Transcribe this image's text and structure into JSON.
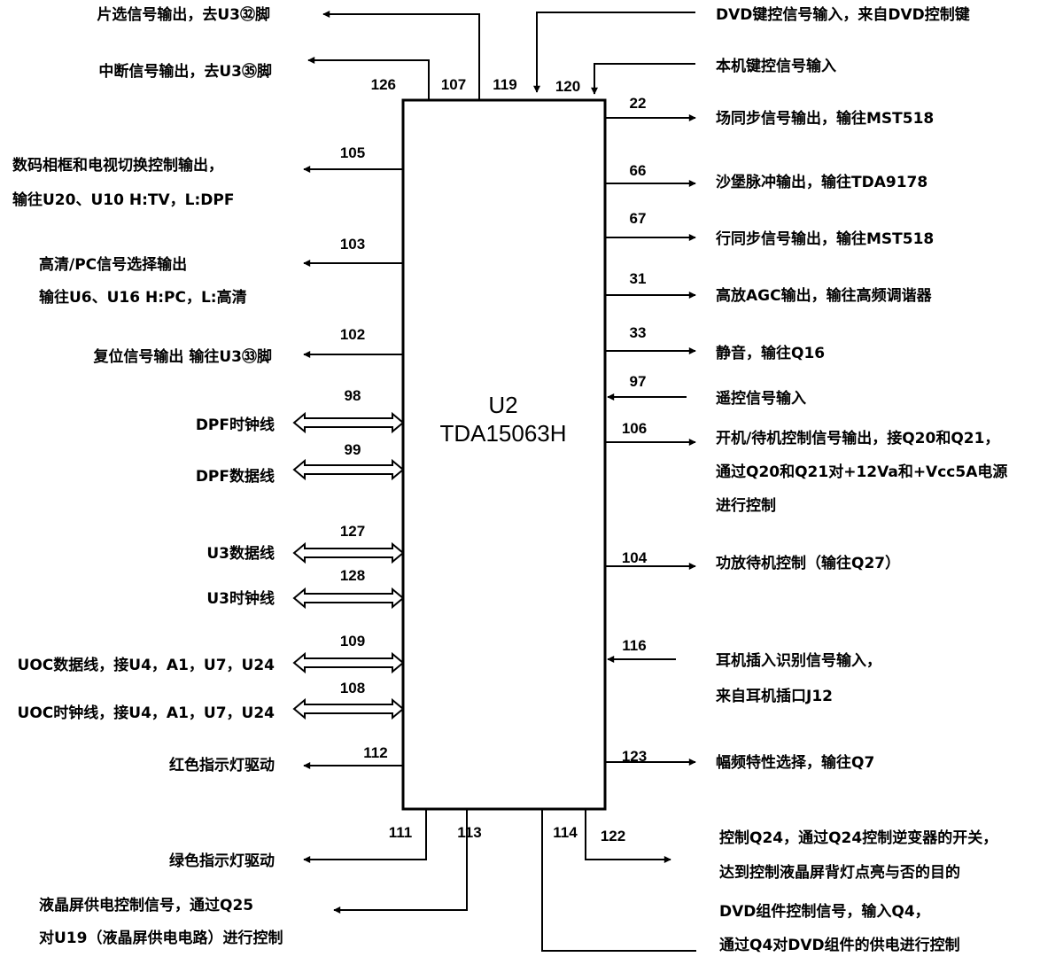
{
  "chip": {
    "ref": "U2",
    "part": "TDA15063H"
  },
  "left_signals": [
    {
      "pin": "126",
      "label": "片选信号输出，去U3㉜脚"
    },
    {
      "pin": "107",
      "label": "中断信号输出，去U3㉟脚"
    },
    {
      "pin": "105",
      "label1": "数码相框和电视切换控制输出，",
      "label2": "输往U20、U10 H:TV，L:DPF"
    },
    {
      "pin": "103",
      "label1": "高清/PC信号选择输出",
      "label2": "输往U6、U16 H:PC，L:高清"
    },
    {
      "pin": "102",
      "label": "复位信号输出 输往U3㉝脚"
    },
    {
      "pin": "98",
      "label": "DPF时钟线"
    },
    {
      "pin": "99",
      "label": "DPF数据线"
    },
    {
      "pin": "127",
      "label": "U3数据线"
    },
    {
      "pin": "128",
      "label": "U3时钟线"
    },
    {
      "pin": "109",
      "label": "UOC数据线，接U4，A1，U7，U24"
    },
    {
      "pin": "108",
      "label": "UOC时钟线，接U4，A1，U7，U24"
    },
    {
      "pin": "112",
      "label": "红色指示灯驱动"
    }
  ],
  "top_signals": [
    {
      "pin": "119",
      "label": "DVD键控信号输入，来自DVD控制键"
    },
    {
      "pin": "120",
      "label": "本机键控信号输入"
    }
  ],
  "right_signals": [
    {
      "pin": "22",
      "label": "场同步信号输出，输往MST518"
    },
    {
      "pin": "66",
      "label": "沙堡脉冲输出，输往TDA9178"
    },
    {
      "pin": "67",
      "label": "行同步信号输出，输往MST518"
    },
    {
      "pin": "31",
      "label": "高放AGC输出，输往高频调谐器"
    },
    {
      "pin": "33",
      "label": "静音，输往Q16"
    },
    {
      "pin": "97",
      "label": "遥控信号输入"
    },
    {
      "pin": "106",
      "label1": "开机/待机控制信号输出，接Q20和Q21，",
      "label2": "通过Q20和Q21对+12Va和+Vcc5A电源",
      "label3": "进行控制"
    },
    {
      "pin": "104",
      "label": "功放待机控制（输往Q27）"
    },
    {
      "pin": "116",
      "label1": "耳机插入识别信号输入，",
      "label2": "来自耳机插口J12"
    },
    {
      "pin": "123",
      "label": "幅频特性选择，输往Q7"
    }
  ],
  "bottom_signals": [
    {
      "pin": "111",
      "label": "绿色指示灯驱动"
    },
    {
      "pin": "113",
      "label1": "液晶屏供电控制信号，通过Q25",
      "label2": "对U19（液晶屏供电电路）进行控制"
    },
    {
      "pin": "122",
      "label1": "控制Q24，通过Q24控制逆变器的开关，",
      "label2": "达到控制液晶屏背灯点亮与否的目的"
    },
    {
      "pin": "114",
      "label1": "DVD组件控制信号，输入Q4，",
      "label2": "通过Q4对DVD组件的供电进行控制"
    }
  ]
}
